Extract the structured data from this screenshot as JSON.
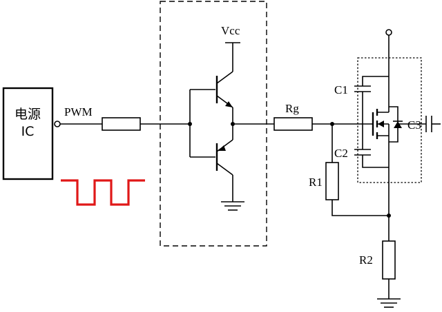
{
  "labels": {
    "ic_line1": "电源",
    "ic_line2": "IC",
    "pwm": "PWM",
    "vcc": "Vcc",
    "rg": "Rg",
    "c1": "C1",
    "c2": "C2",
    "c3": "C3",
    "r1": "R1",
    "r2": "R2"
  },
  "colors": {
    "wire": "#000000",
    "pwm_waveform": "#e01818",
    "background": "#ffffff"
  }
}
